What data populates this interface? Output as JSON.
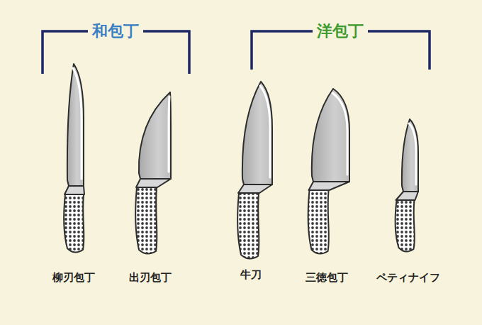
{
  "diagram": {
    "labels": [
      "和包丁",
      "洋包丁",
      "柳刃包丁",
      "出刃包丁",
      "牛刀",
      "三徳包丁",
      "ペティナイフ"
    ]
  }
}
